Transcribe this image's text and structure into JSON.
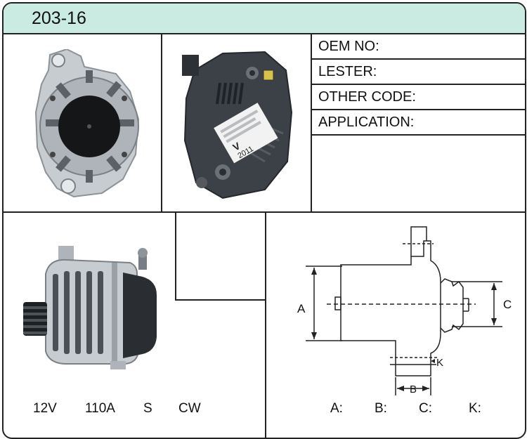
{
  "header": {
    "model": "203-16"
  },
  "info_fields": {
    "oem_no": "OEM NO:",
    "lester": "LESTER:",
    "other_code": "OTHER CODE:",
    "application": "APPLICATION:"
  },
  "specs": {
    "voltage": "12V",
    "amperage": "110A",
    "type": "S",
    "rotation": "CW"
  },
  "dimensions": {
    "label_a": "A",
    "label_b": "B",
    "label_c": "C",
    "label_k": "K",
    "a": "A:",
    "b": "B:",
    "c": "C:",
    "k": "K:"
  },
  "sticker": {
    "mark": "V",
    "code": "2011"
  },
  "colors": {
    "header_bg": "#c9ebe1",
    "border": "#222222",
    "housing_silver": "#c7ccd0",
    "housing_dark": "#3c4147"
  }
}
